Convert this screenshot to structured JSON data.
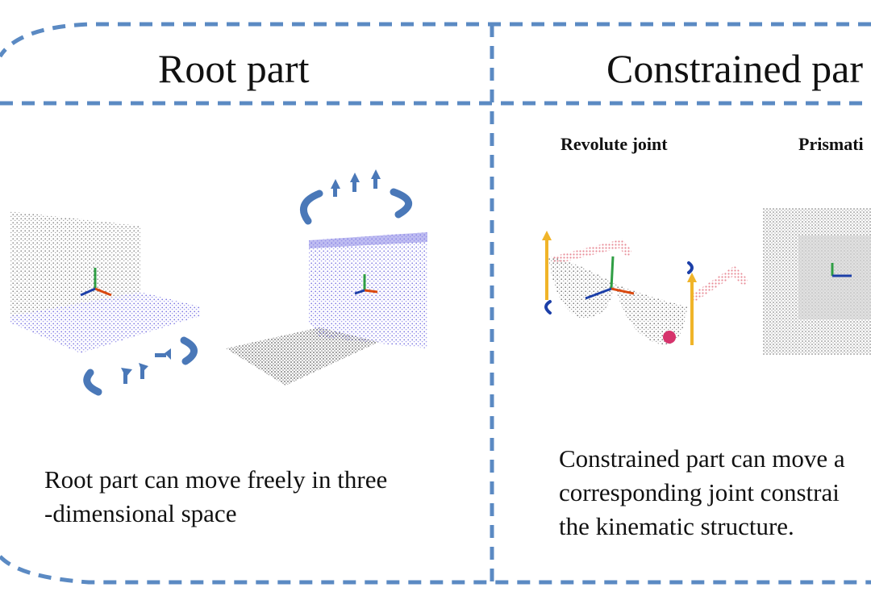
{
  "root_panel": {
    "title": "Root part",
    "caption_line1": "Root part can move freely in three",
    "caption_line2": "-dimensional space"
  },
  "constrained_panel": {
    "title": "Constrained par",
    "revolute_label": "Revolute joint",
    "prismatic_label": "Prismati",
    "caption_line1": "Constrained part can move a",
    "caption_line2": "corresponding joint constrai",
    "caption_line3": "the kinematic structure."
  },
  "colors": {
    "border": "#5b8ac3",
    "arrow": "#4a78b8",
    "root_points": "#8a86e6",
    "gray_points": "#8a8a8a",
    "pink_points": "#e88c98",
    "joint_axis": "#f0b429",
    "hinge_dot": "#d6336c"
  }
}
